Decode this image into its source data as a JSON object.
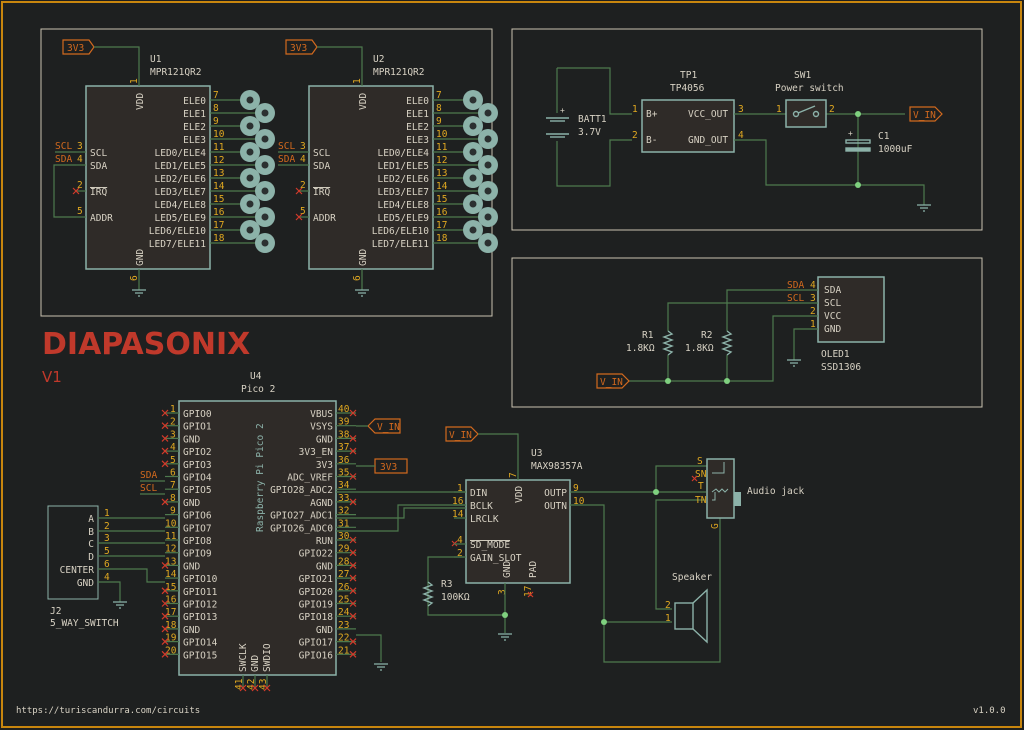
{
  "title": "DIAPASONIX",
  "version_label": "V1",
  "footer": {
    "url": "https://turiscandurra.com/circuits",
    "revision": "v1.0.0"
  },
  "colors": {
    "frame": "#c8860e",
    "title": "#c0392b",
    "wire": "#4e7a4e",
    "pin_number": "#e0a820",
    "net_label": "#d2691e"
  },
  "net_labels": {
    "v3v3": "3V3",
    "vin": "V_IN",
    "sda": "SDA",
    "scl": "SCL"
  },
  "u1": {
    "ref": "U1",
    "value": "MPR121QR2"
  },
  "u2": {
    "ref": "U2",
    "value": "MPR121QR2"
  },
  "mpr_pins": {
    "vdd": {
      "name": "VDD",
      "num": "1"
    },
    "gnd": {
      "name": "GND",
      "num": "6"
    },
    "scl": {
      "name": "SCL",
      "num": "3"
    },
    "sda": {
      "name": "SDA",
      "num": "4"
    },
    "irq": {
      "name": "IRQ",
      "num": "2"
    },
    "addr": {
      "name": "ADDR",
      "num": "5"
    },
    "right": [
      {
        "name": "ELE0",
        "num": "7"
      },
      {
        "name": "ELE1",
        "num": "8"
      },
      {
        "name": "ELE2",
        "num": "9"
      },
      {
        "name": "ELE3",
        "num": "10"
      },
      {
        "name": "LED0/ELE4",
        "num": "11"
      },
      {
        "name": "LED1/ELE5",
        "num": "12"
      },
      {
        "name": "LED2/ELE6",
        "num": "13"
      },
      {
        "name": "LED3/ELE7",
        "num": "14"
      },
      {
        "name": "LED4/ELE8",
        "num": "15"
      },
      {
        "name": "LED5/ELE9",
        "num": "16"
      },
      {
        "name": "LED6/ELE10",
        "num": "17"
      },
      {
        "name": "LED7/ELE11",
        "num": "18"
      }
    ]
  },
  "power": {
    "batt": {
      "ref": "BATT1",
      "value": "3.7V"
    },
    "tp1": {
      "ref": "TP1",
      "value": "TP4056",
      "pins": [
        {
          "name": "B+",
          "num": "1"
        },
        {
          "name": "B-",
          "num": "2"
        },
        {
          "name": "VCC_OUT",
          "num": "3"
        },
        {
          "name": "GND_OUT",
          "num": "4"
        }
      ]
    },
    "sw1": {
      "ref": "SW1",
      "value": "Power switch",
      "pin1": "1",
      "pin2": "2"
    },
    "c1": {
      "ref": "C1",
      "value": "1000uF"
    }
  },
  "oled": {
    "ref": "OLED1",
    "value": "SSD1306",
    "pins": [
      {
        "name": "SDA",
        "num": "4"
      },
      {
        "name": "SCL",
        "num": "3"
      },
      {
        "name": "VCC",
        "num": "2"
      },
      {
        "name": "GND",
        "num": "1"
      }
    ],
    "r1": {
      "ref": "R1",
      "value": "1.8KΩ"
    },
    "r2": {
      "ref": "R2",
      "value": "1.8KΩ"
    }
  },
  "u4": {
    "ref": "U4",
    "value": "Pico 2",
    "body_label": "Raspberry Pi Pico 2",
    "left": [
      {
        "name": "GPIO0",
        "num": "1"
      },
      {
        "name": "GPIO1",
        "num": "2"
      },
      {
        "name": "GND",
        "num": "3"
      },
      {
        "name": "GPIO2",
        "num": "4"
      },
      {
        "name": "GPIO3",
        "num": "5"
      },
      {
        "name": "GPIO4",
        "num": "6"
      },
      {
        "name": "GPIO5",
        "num": "7"
      },
      {
        "name": "GND",
        "num": "8"
      },
      {
        "name": "GPIO6",
        "num": "9"
      },
      {
        "name": "GPIO7",
        "num": "10"
      },
      {
        "name": "GPIO8",
        "num": "11"
      },
      {
        "name": "GPIO9",
        "num": "12"
      },
      {
        "name": "GND",
        "num": "13"
      },
      {
        "name": "GPIO10",
        "num": "14"
      },
      {
        "name": "GPIO11",
        "num": "15"
      },
      {
        "name": "GPIO12",
        "num": "16"
      },
      {
        "name": "GPIO13",
        "num": "17"
      },
      {
        "name": "GND",
        "num": "18"
      },
      {
        "name": "GPIO14",
        "num": "19"
      },
      {
        "name": "GPIO15",
        "num": "20"
      }
    ],
    "right": [
      {
        "name": "VBUS",
        "num": "40"
      },
      {
        "name": "VSYS",
        "num": "39"
      },
      {
        "name": "GND",
        "num": "38"
      },
      {
        "name": "3V3_EN",
        "num": "37"
      },
      {
        "name": "3V3",
        "num": "36"
      },
      {
        "name": "ADC_VREF",
        "num": "35"
      },
      {
        "name": "GPIO28_ADC2",
        "num": "34"
      },
      {
        "name": "AGND",
        "num": "33"
      },
      {
        "name": "GPIO27_ADC1",
        "num": "32"
      },
      {
        "name": "GPIO26_ADC0",
        "num": "31"
      },
      {
        "name": "RUN",
        "num": "30"
      },
      {
        "name": "GPIO22",
        "num": "29"
      },
      {
        "name": "GND",
        "num": "28"
      },
      {
        "name": "GPIO21",
        "num": "27"
      },
      {
        "name": "GPIO20",
        "num": "26"
      },
      {
        "name": "GPIO19",
        "num": "25"
      },
      {
        "name": "GPIO18",
        "num": "24"
      },
      {
        "name": "GND",
        "num": "23"
      },
      {
        "name": "GPIO17",
        "num": "22"
      },
      {
        "name": "GPIO16",
        "num": "21"
      }
    ],
    "bottom": [
      {
        "name": "SWCLK",
        "num": "41"
      },
      {
        "name": "GND",
        "num": "42"
      },
      {
        "name": "SWDIO",
        "num": "43"
      }
    ]
  },
  "j2": {
    "ref": "J2",
    "value": "5_WAY_SWITCH",
    "pins": [
      {
        "name": "A",
        "num": "1"
      },
      {
        "name": "B",
        "num": "2"
      },
      {
        "name": "C",
        "num": "3"
      },
      {
        "name": "D",
        "num": "5"
      },
      {
        "name": "CENTER",
        "num": "6"
      },
      {
        "name": "GND",
        "num": "4"
      }
    ]
  },
  "u3": {
    "ref": "U3",
    "value": "MAX98357A",
    "left": [
      {
        "name": "DIN",
        "num": "1"
      },
      {
        "name": "BCLK",
        "num": "16"
      },
      {
        "name": "LRCLK",
        "num": "14"
      },
      {
        "name": "SD_MODE",
        "num": "4"
      },
      {
        "name": "GAIN_SLOT",
        "num": "2"
      }
    ],
    "right": [
      {
        "name": "OUTP",
        "num": "9"
      },
      {
        "name": "OUTN",
        "num": "10"
      }
    ],
    "vdd": {
      "name": "VDD",
      "num": "7"
    },
    "gnd": {
      "name": "GND",
      "num": "3"
    },
    "pad": {
      "name": "PAD",
      "num": "17"
    }
  },
  "r3": {
    "ref": "R3",
    "value": "100KΩ"
  },
  "jack": {
    "label": "Audio jack",
    "pins": [
      "S",
      "SN",
      "T",
      "TN",
      "G"
    ]
  },
  "speaker": {
    "label": "Speaker",
    "pin2": "2",
    "pin1": "1"
  }
}
